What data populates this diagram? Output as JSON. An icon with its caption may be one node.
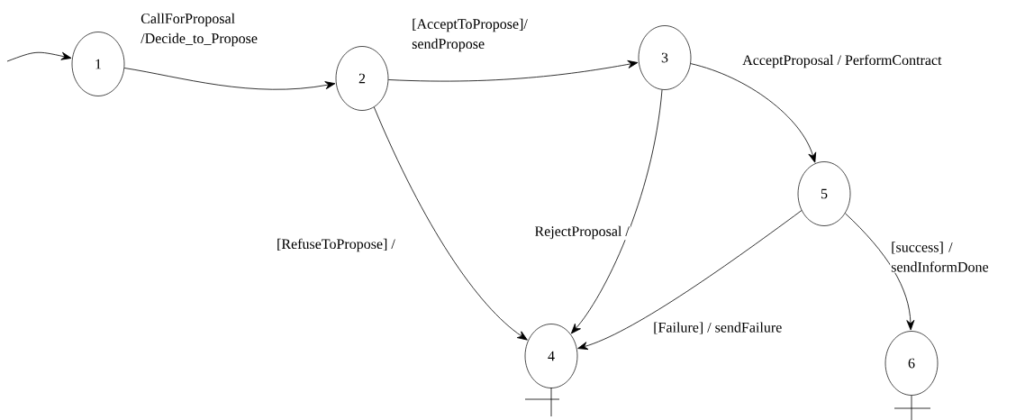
{
  "diagram": {
    "nodes": [
      {
        "text": [
          "1"
        ]
      },
      {
        "text": [
          "2"
        ]
      },
      {
        "text": [
          "3"
        ]
      },
      {
        "text": [
          "4"
        ]
      },
      {
        "text": [
          "5"
        ]
      },
      {
        "text": [
          "6"
        ]
      }
    ],
    "edges": [
      {
        "from": null,
        "to": 0,
        "arrow": "to"
      },
      {
        "from": 0,
        "to": 1,
        "arrow": "to",
        "label": "CallForProposal /Decide_to_Propose"
      },
      {
        "from": 1,
        "to": 2,
        "arrow": "to",
        "label": "[AcceptToPropose]/ sendPropose"
      },
      {
        "from": 2,
        "to": 4,
        "arrow": "to",
        "label": "AcceptProposal / PerformContract"
      },
      {
        "from": 1,
        "to": 3,
        "arrow": "to",
        "label": "[RefuseToPropose] /"
      },
      {
        "from": 2,
        "to": 3,
        "arrow": "to",
        "label": "RejectProposal /"
      },
      {
        "from": 4,
        "to": 3,
        "arrow": "to",
        "label": "[Failure] / sendFailure"
      },
      {
        "from": 4,
        "to": 5,
        "arrow": "to",
        "label": "[success] / sendInformDone"
      }
    ]
  }
}
